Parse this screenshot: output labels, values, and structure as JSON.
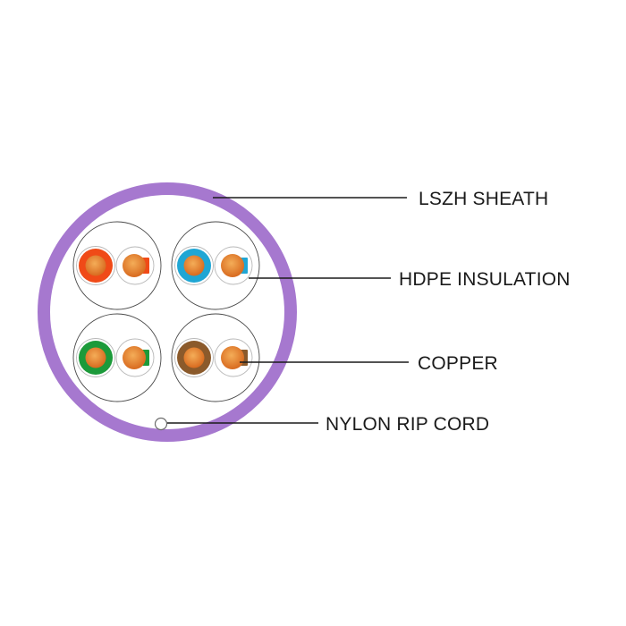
{
  "colors": {
    "sheath": "#a678cf",
    "copper_light": "#f0a04a",
    "copper_dark": "#d2651d",
    "pair_orange": "#f04a17",
    "pair_blue": "#1fa6d4",
    "pair_green": "#1c9a3a",
    "pair_brown": "#8b5a2b"
  },
  "callouts": [
    {
      "id": "sheath",
      "label": "LSZH SHEATH"
    },
    {
      "id": "insulation",
      "label": "HDPE INSULATION"
    },
    {
      "id": "copper",
      "label": "COPPER"
    },
    {
      "id": "ripcord",
      "label": "NYLON RIP CORD"
    }
  ],
  "pairs": [
    {
      "name": "orange-pair",
      "color_key": "pair_orange"
    },
    {
      "name": "blue-pair",
      "color_key": "pair_blue"
    },
    {
      "name": "green-pair",
      "color_key": "pair_green"
    },
    {
      "name": "brown-pair",
      "color_key": "pair_brown"
    }
  ]
}
